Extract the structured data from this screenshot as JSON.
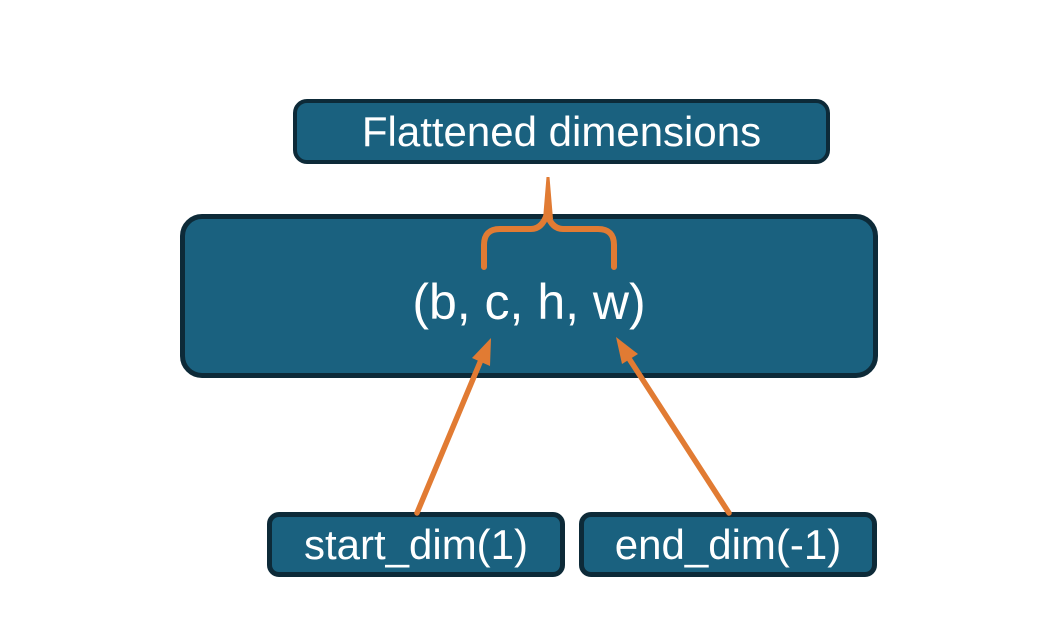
{
  "diagram": {
    "top_box": {
      "label": "Flattened dimensions"
    },
    "middle_box": {
      "label": "(b, c, h, w)"
    },
    "bottom_left_box": {
      "label": "start_dim(1)"
    },
    "bottom_right_box": {
      "label": "end_dim(-1)"
    }
  },
  "connectors": {
    "brace": "brace-grouping-b-c-h-w-to-flattened-dimensions",
    "left_arrow": "arrow-start-dim-to-dimension-c",
    "right_arrow": "arrow-end-dim-to-dimension-w"
  },
  "colors": {
    "box-fill": "#1A617F",
    "box-border": "#0D2A38",
    "accent-orange": "#E17B33",
    "text-color": "#FFFFFF",
    "bg": "#FFFFFF"
  }
}
